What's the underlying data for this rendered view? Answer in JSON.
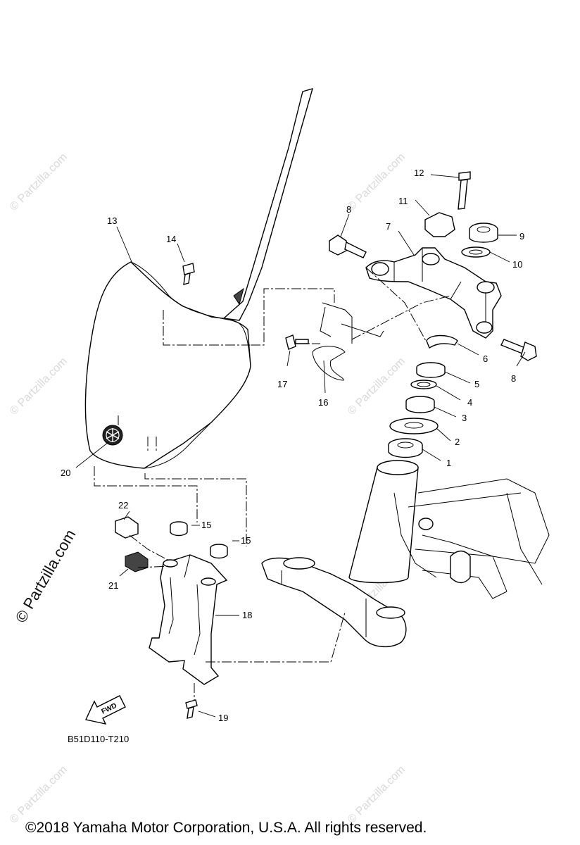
{
  "diagram": {
    "part_labels": {
      "p1": "1",
      "p2": "2",
      "p3": "3",
      "p4": "4",
      "p5": "5",
      "p6": "6",
      "p7": "7",
      "p8a": "8",
      "p8b": "8",
      "p9": "9",
      "p10": "10",
      "p11": "11",
      "p12": "12",
      "p13": "13",
      "p14": "14",
      "p15a": "15",
      "p15b": "15",
      "p16": "16",
      "p17": "17",
      "p18": "18",
      "p19": "19",
      "p20": "20",
      "p21": "21",
      "p22": "22"
    },
    "fwd_label": "FWD",
    "drawing_code": "B51D110-T210",
    "side_watermark": "© Partzilla.com",
    "watermark_text": "© Partzilla.com",
    "copyright": "©2018  Yamaha Motor Corporation, U.S.A. All rights reserved."
  }
}
